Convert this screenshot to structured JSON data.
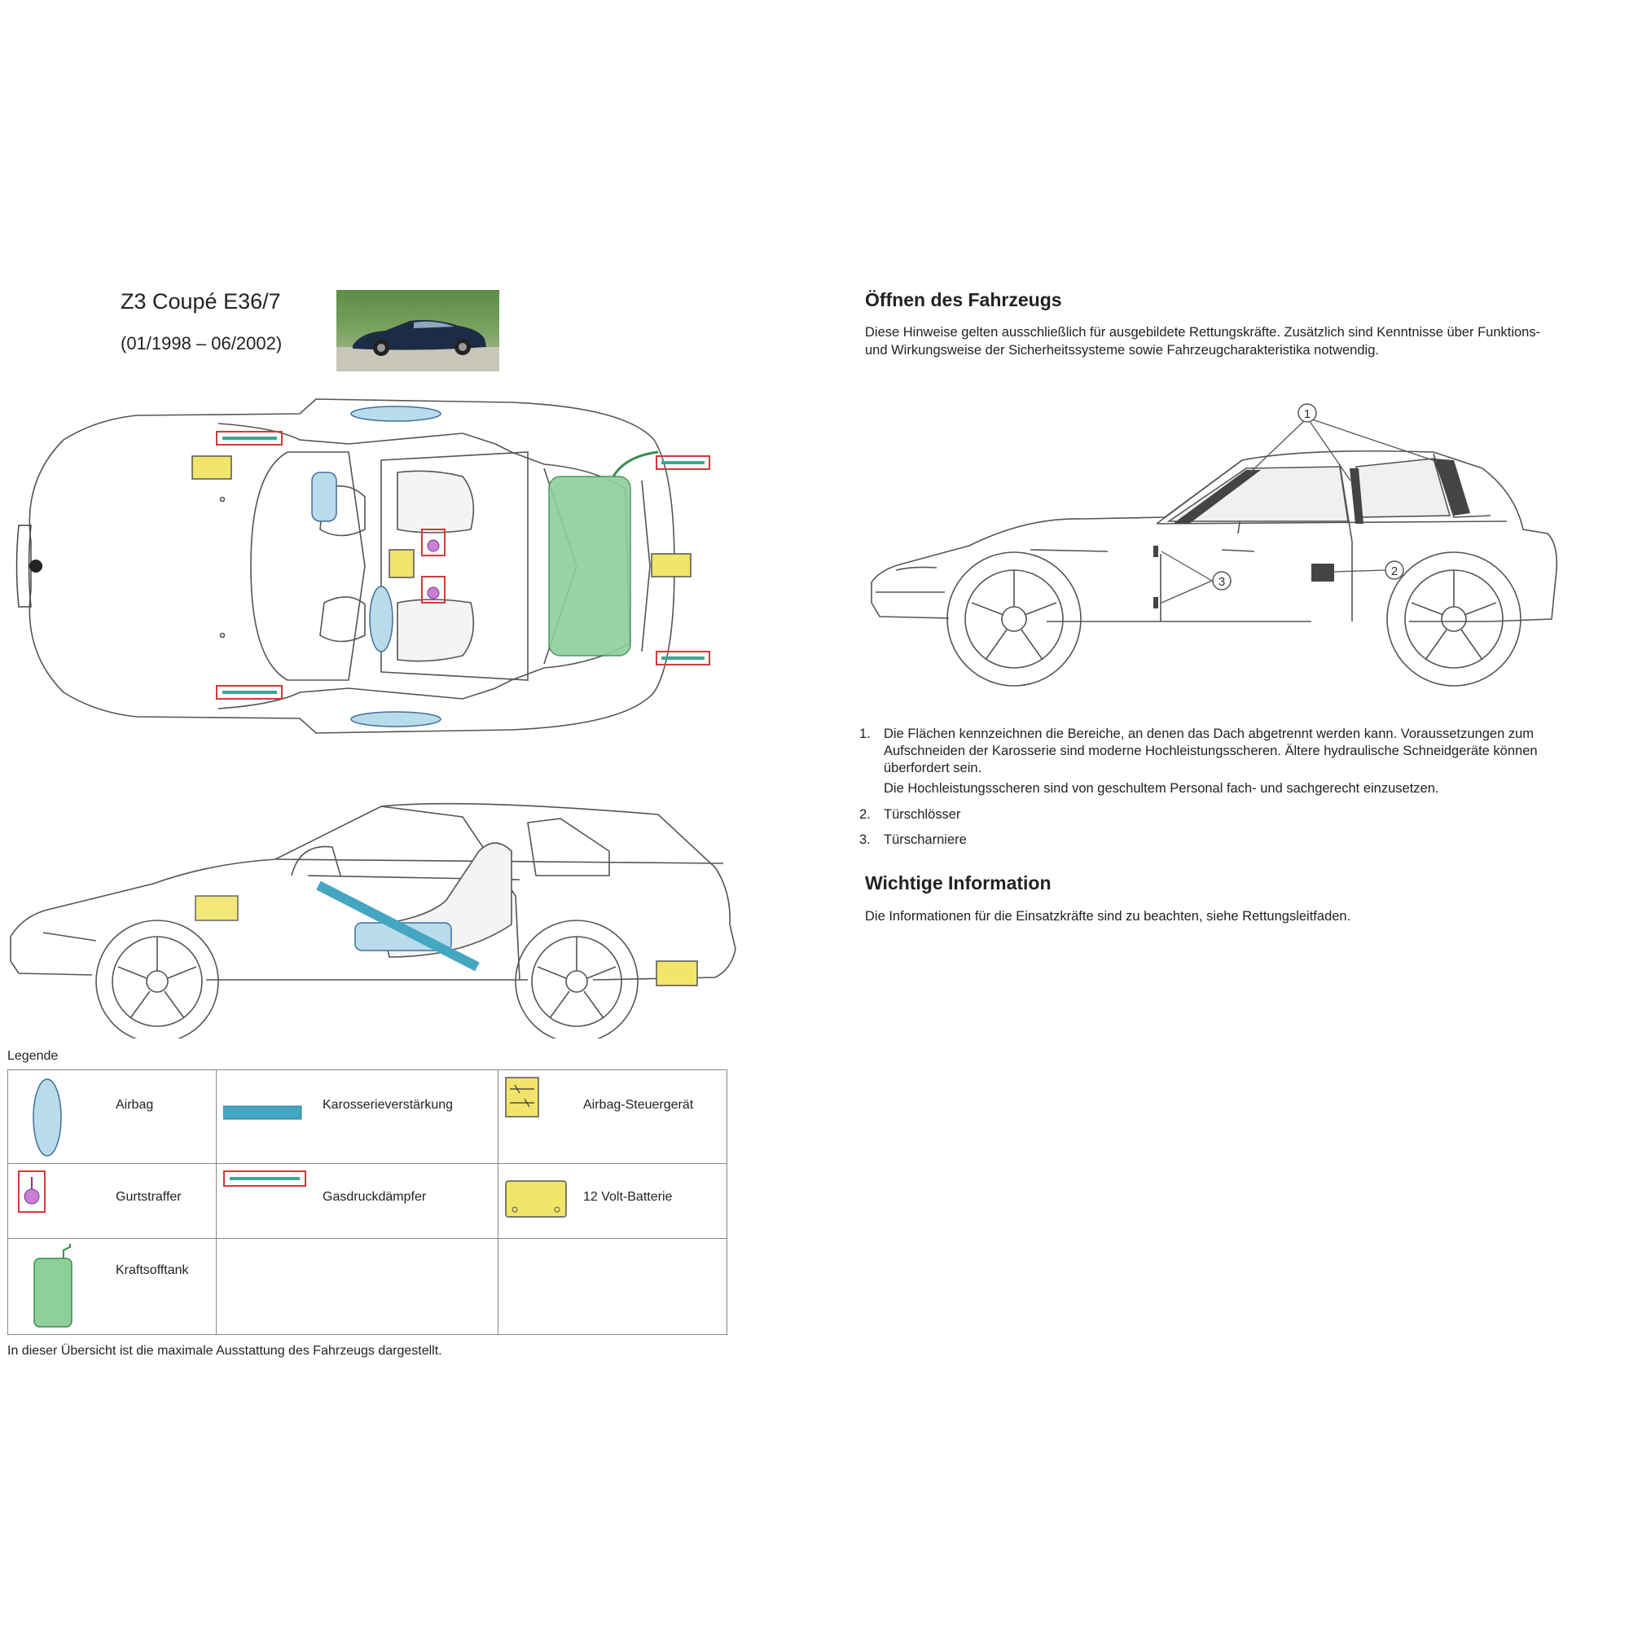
{
  "header": {
    "model_title": "Z3 Coupé E36/7",
    "production_period": "(01/1998 – 06/2002)"
  },
  "opening": {
    "heading": "Öffnen des Fahrzeugs",
    "intro_line1": "Diese Hinweise gelten ausschließlich für ausgebildete Rettungskräfte. Zusätzlich sind Kenntnisse über Funktions-",
    "intro_line2": "und Wirkungsweise der Sicherheitssysteme sowie Fahrzeugcharakteristika notwendig.",
    "callouts": [
      "1",
      "2",
      "3"
    ],
    "items": [
      {
        "number": "1.",
        "line1": "Die Flächen kennzeichnen die Bereiche, an denen das Dach abgetrennt werden kann. Voraussetzungen zum",
        "line2": "Aufschneiden der Karosserie sind moderne Hochleistungsscheren. Ältere hydraulische Schneidgeräte können",
        "line3": "überfordert sein.",
        "line4": "Die Hochleistungsscheren sind von geschultem Personal fach- und sachgerecht einzusetzen."
      },
      {
        "number": "2.",
        "text": "Türschlösser"
      },
      {
        "number": "3.",
        "text": "Türscharniere"
      }
    ]
  },
  "important": {
    "heading": "Wichtige Information",
    "text": "Die Informationen für die Einsatzkräfte sind zu beachten, siehe Rettungsleitfaden."
  },
  "legend": {
    "title": "Legende",
    "items": {
      "airbag": "Airbag",
      "reinforcement": "Karosserieverstärkung",
      "control_unit": "Airbag-Steuergerät",
      "pretensioner": "Gurtstraffer",
      "gas_damper": "Gasdruckdämpfer",
      "battery": "12 Volt-Batterie",
      "fuel_tank": "Kraftsofftank"
    }
  },
  "footnote": "In dieser Übersicht ist die maximale Ausstattung des Fahrzeugs dargestellt.",
  "colors": {
    "airbag": "#b9dcec",
    "airbag_stroke": "#3f6f9a",
    "reinforcement": "#45a6c2",
    "control_unit": "#f2e36b",
    "pretensioner": "#c97fd6",
    "gas_damper_border": "#d23a3a",
    "battery": "#f1e56a",
    "fuel_tank": "#8fcf9c",
    "line": "#555555"
  }
}
